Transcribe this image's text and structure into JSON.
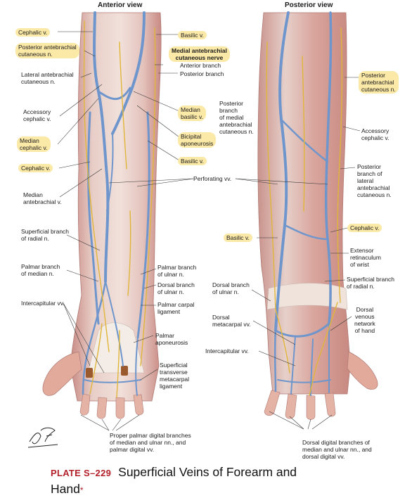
{
  "views": {
    "anterior": "Anterior view",
    "posterior": "Posterior view"
  },
  "labels_anterior_left": {
    "cephalic_top": "Cephalic v.",
    "post_antebrachial": "Posterior antebrachial\ncutaneous n.",
    "lateral_antebrachial": "Lateral antebrachial\ncutaneous n.",
    "accessory_cephalic": "Accessory\ncephalic v.",
    "median_cephalic": "Median\ncephalic v.",
    "cephalic_mid": "Cephalic v.",
    "median_antebrachial": "Median\nantebrachial v.",
    "sup_branch_radial": "Superficial branch\nof radial n.",
    "palmar_branch_median": "Palmar branch\nof median n.",
    "intercapitular": "Intercapitular vv."
  },
  "labels_center": {
    "basilic_top": "Basilic v.",
    "medial_antebrachial": "Medial antebrachial\ncutaneous nerve",
    "anterior_branch": "Anterior branch",
    "posterior_branch": "Posterior branch",
    "median_basilic": "Median\nbasilic v.",
    "bicipital": "Bicipital\naponeurosis",
    "basilic_mid": "Basilic v.",
    "post_branch_medial": "Posterior\nbranch\nof medial\nantebrachial\ncutaneous n.",
    "perforating": "Perforating vv.",
    "palmar_branch_ulnar": "Palmar branch\nof ulnar n.",
    "dorsal_branch_ulnar_a": "Dorsal branch\nof ulnar n.",
    "palmar_carpal": "Palmar carpal\nligament",
    "palmar_aponeurosis": "Palmar\naponeurosis",
    "sup_transverse": "Superficial\ntransverse\nmetacarpal\nligament",
    "proper_palmar": "Proper palmar digital branches\nof median and ulnar nn., and\npalmar digital vv."
  },
  "labels_posterior": {
    "post_antebrachial": "Posterior\nantebrachial\ncutaneous n.",
    "accessory_cephalic": "Accessory\ncephalic v.",
    "post_branch_lateral": "Posterior\nbranch of\nlateral\nantebrachial\ncutaneous n.",
    "basilic": "Basilic v.",
    "cephalic": "Cephalic v.",
    "extensor_retinaculum": "Extensor\nretinaculum\nof wrist",
    "dorsal_branch_ulnar": "Dorsal branch\nof ulnar n.",
    "sup_branch_radial": "Superficial branch\nof radial n.",
    "dorsal_metacarpal": "Dorsal\nmetacarpal vv.",
    "dorsal_venous_network": "Dorsal\nvenous\nnetwork\nof hand",
    "intercapitular": "Intercapitular vv.",
    "dorsal_digital": "Dorsal digital branches of\nmedian and ulnar nn., and\ndorsal digital vv."
  },
  "plate": {
    "id": "PLATE S–229",
    "title": "Superficial Veins of Forearm and",
    "title2": "Hand",
    "asterisk": "*"
  },
  "colors": {
    "vein": "#6e96cc",
    "nerve": "#e0b63a",
    "skin": "#e9cfc6",
    "muscle": "#cc8e86",
    "highlight": "#fbe9a8",
    "plate_red": "#b3212b"
  }
}
